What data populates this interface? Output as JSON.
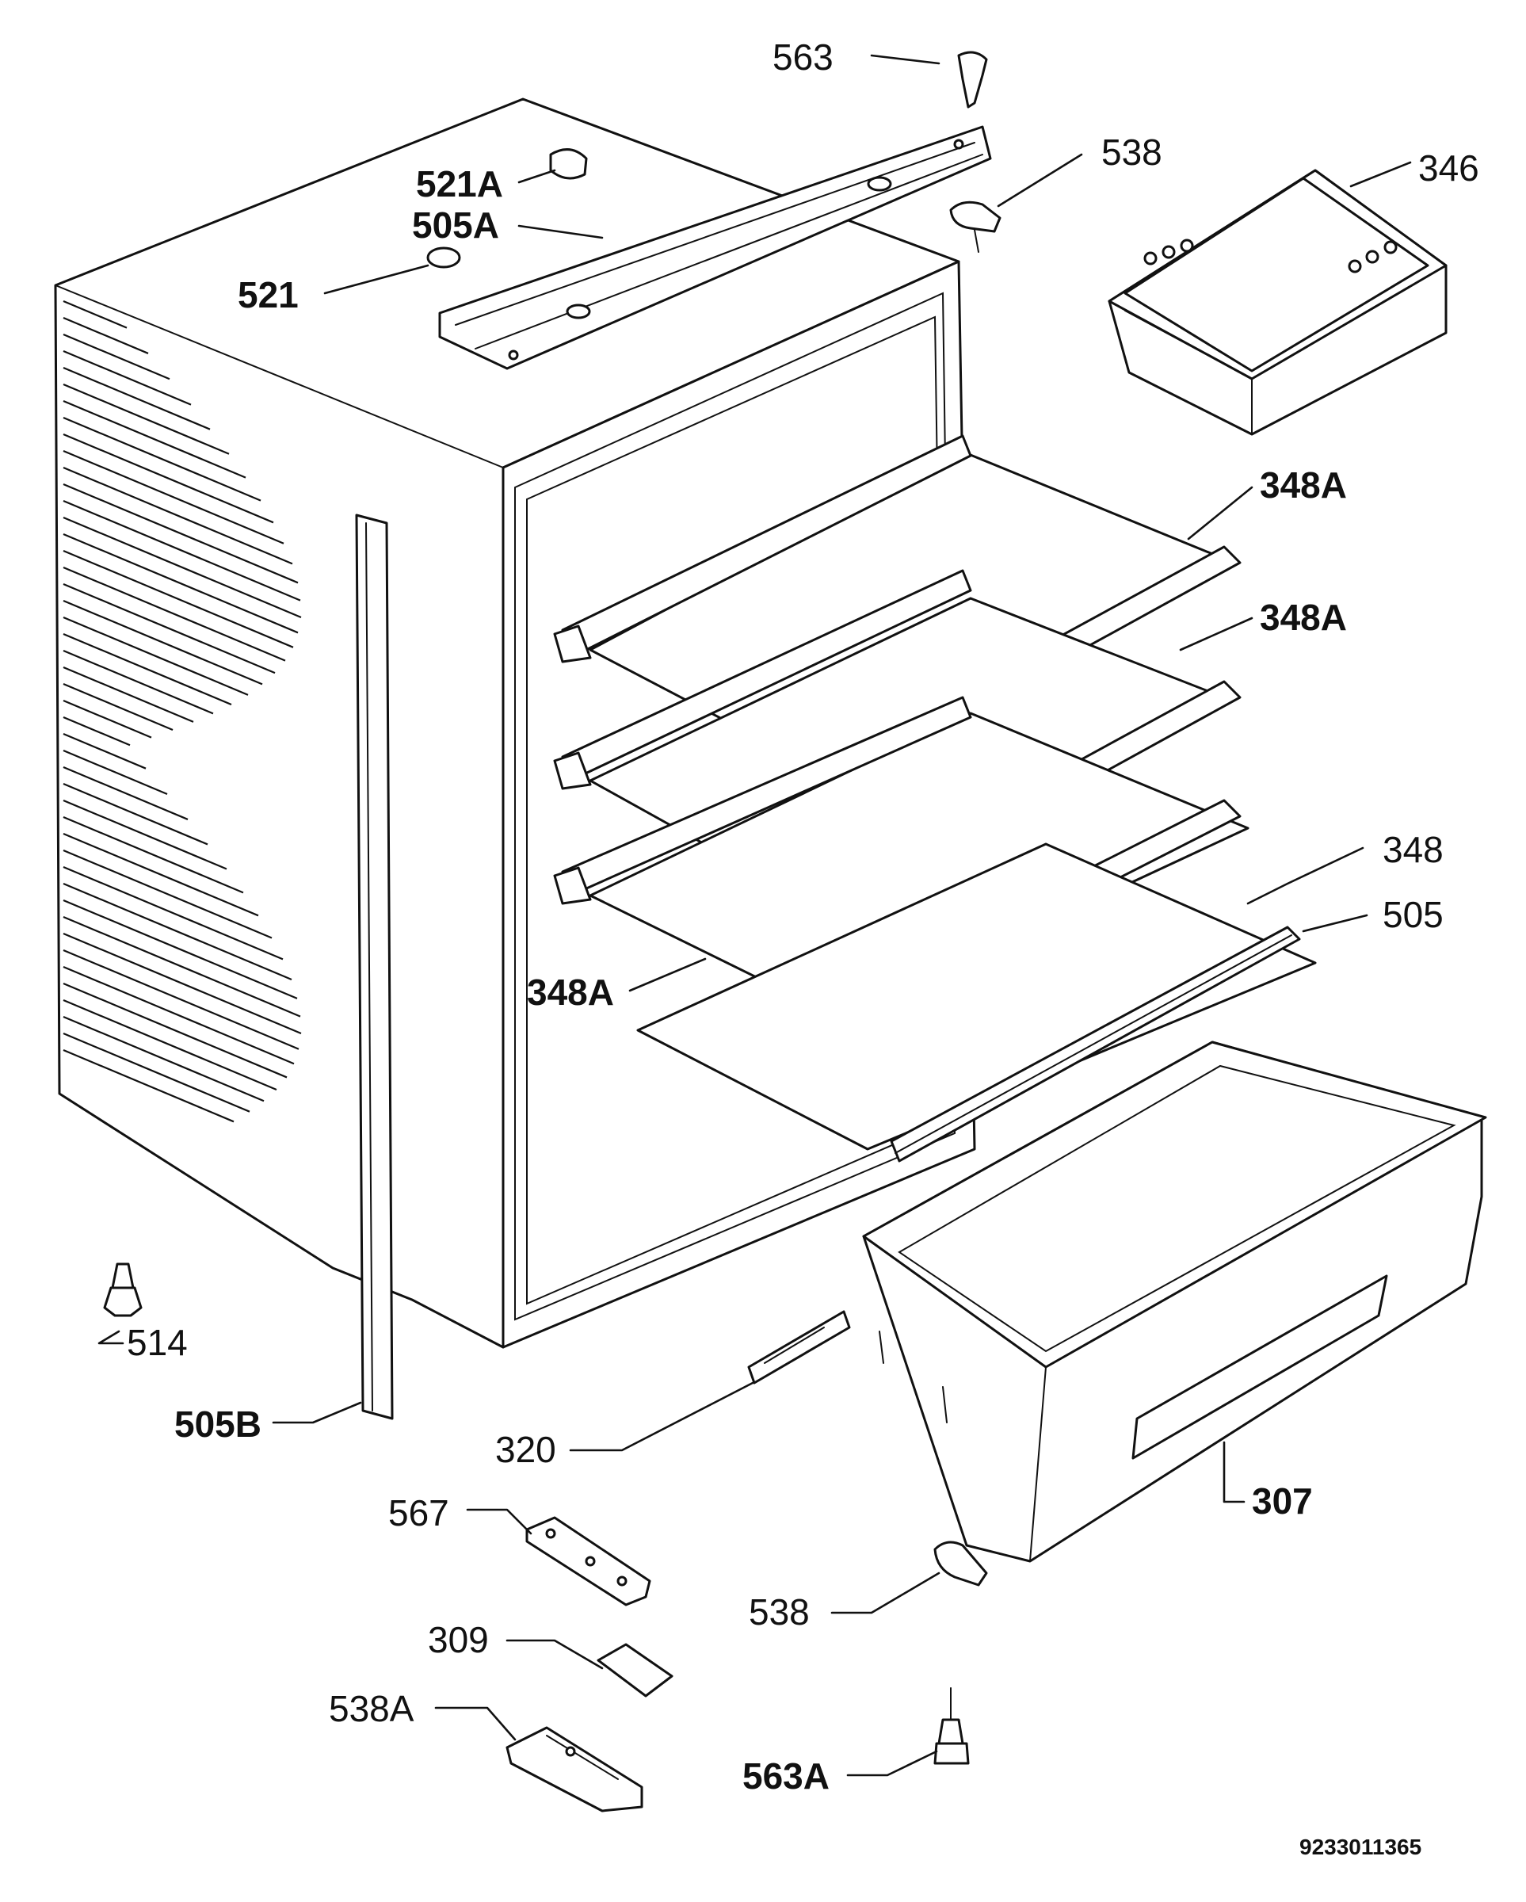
{
  "diagram": {
    "drawing_number": "9233011365",
    "labels": {
      "l563": "563",
      "l521A": "521A",
      "l505A": "505A",
      "l538top": "538",
      "l346": "346",
      "l521": "521",
      "l348A_1": "348A",
      "l348A_2": "348A",
      "l348": "348",
      "l505": "505",
      "l348A_3": "348A",
      "l514": "514",
      "l505B": "505B",
      "l320": "320",
      "l307": "307",
      "l567": "567",
      "l538bottom": "538",
      "l309": "309",
      "l538A": "538A",
      "l563A": "563A"
    }
  }
}
